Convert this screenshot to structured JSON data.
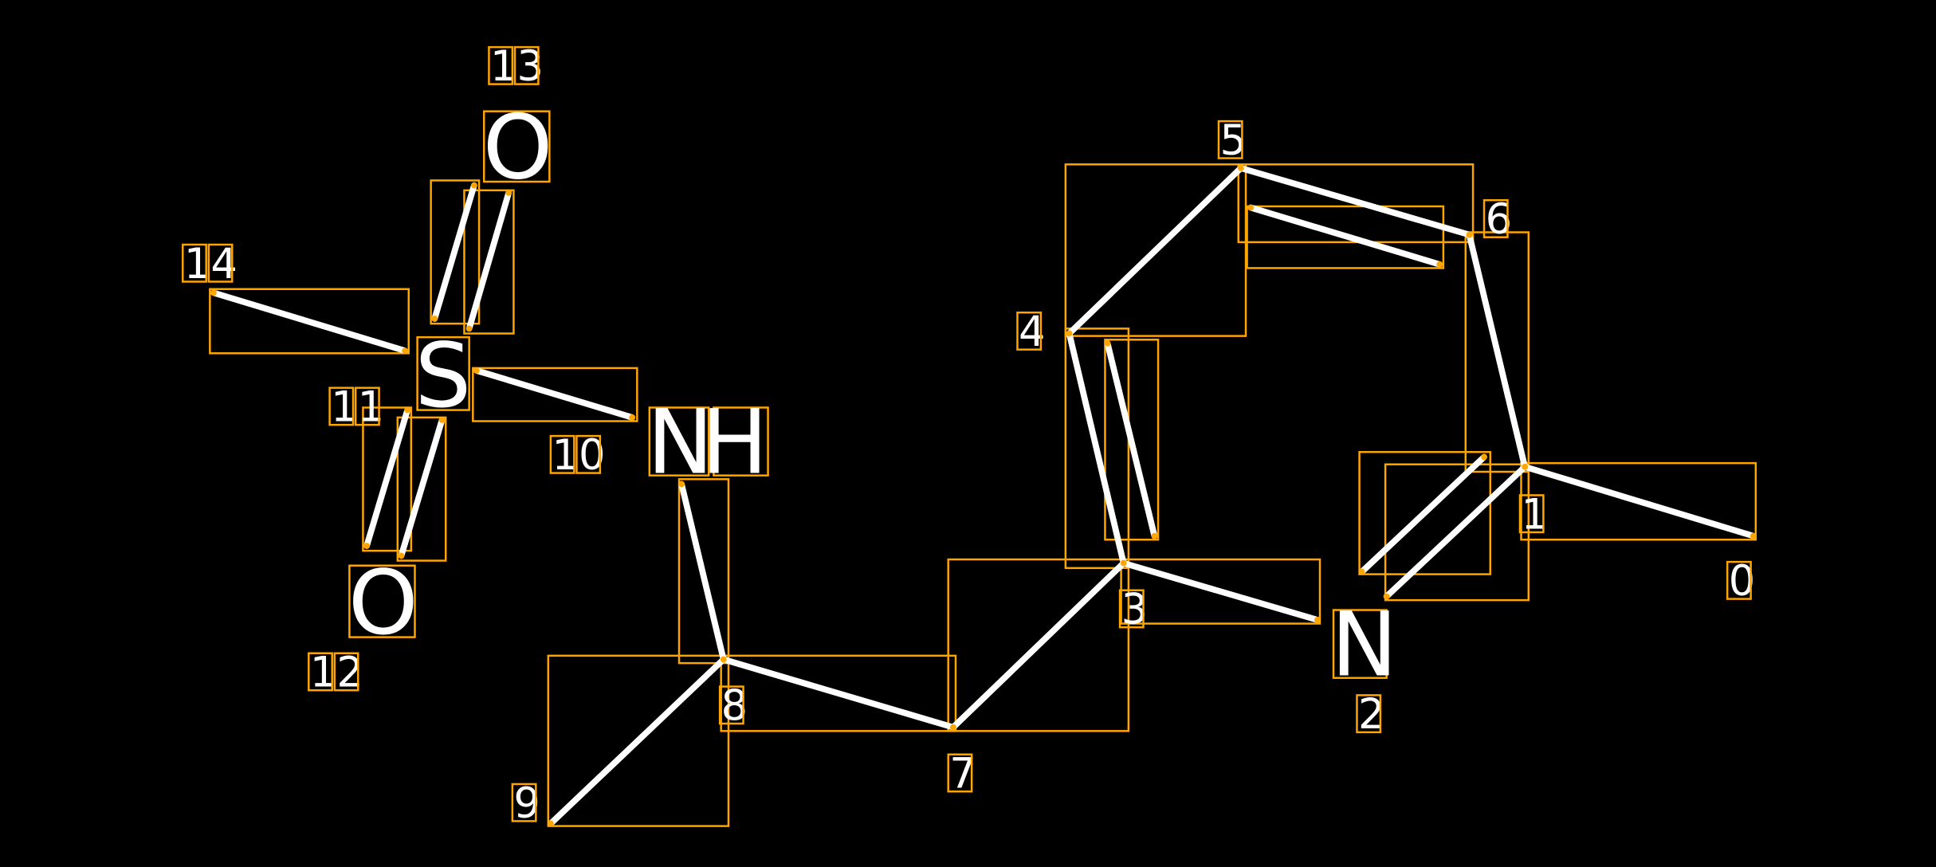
{
  "diagram": {
    "atom_labels": {
      "n2": "N",
      "nh": "NH",
      "s": "S",
      "o_top": "O",
      "o_bottom": "O"
    },
    "index_labels": [
      "0",
      "1",
      "2",
      "3",
      "4",
      "5",
      "6",
      "7",
      "8",
      "9",
      "10",
      "11",
      "12",
      "13",
      "14"
    ],
    "colors": {
      "background": "#000000",
      "bond": "#FFFFFF",
      "box": "#FFA500"
    }
  }
}
